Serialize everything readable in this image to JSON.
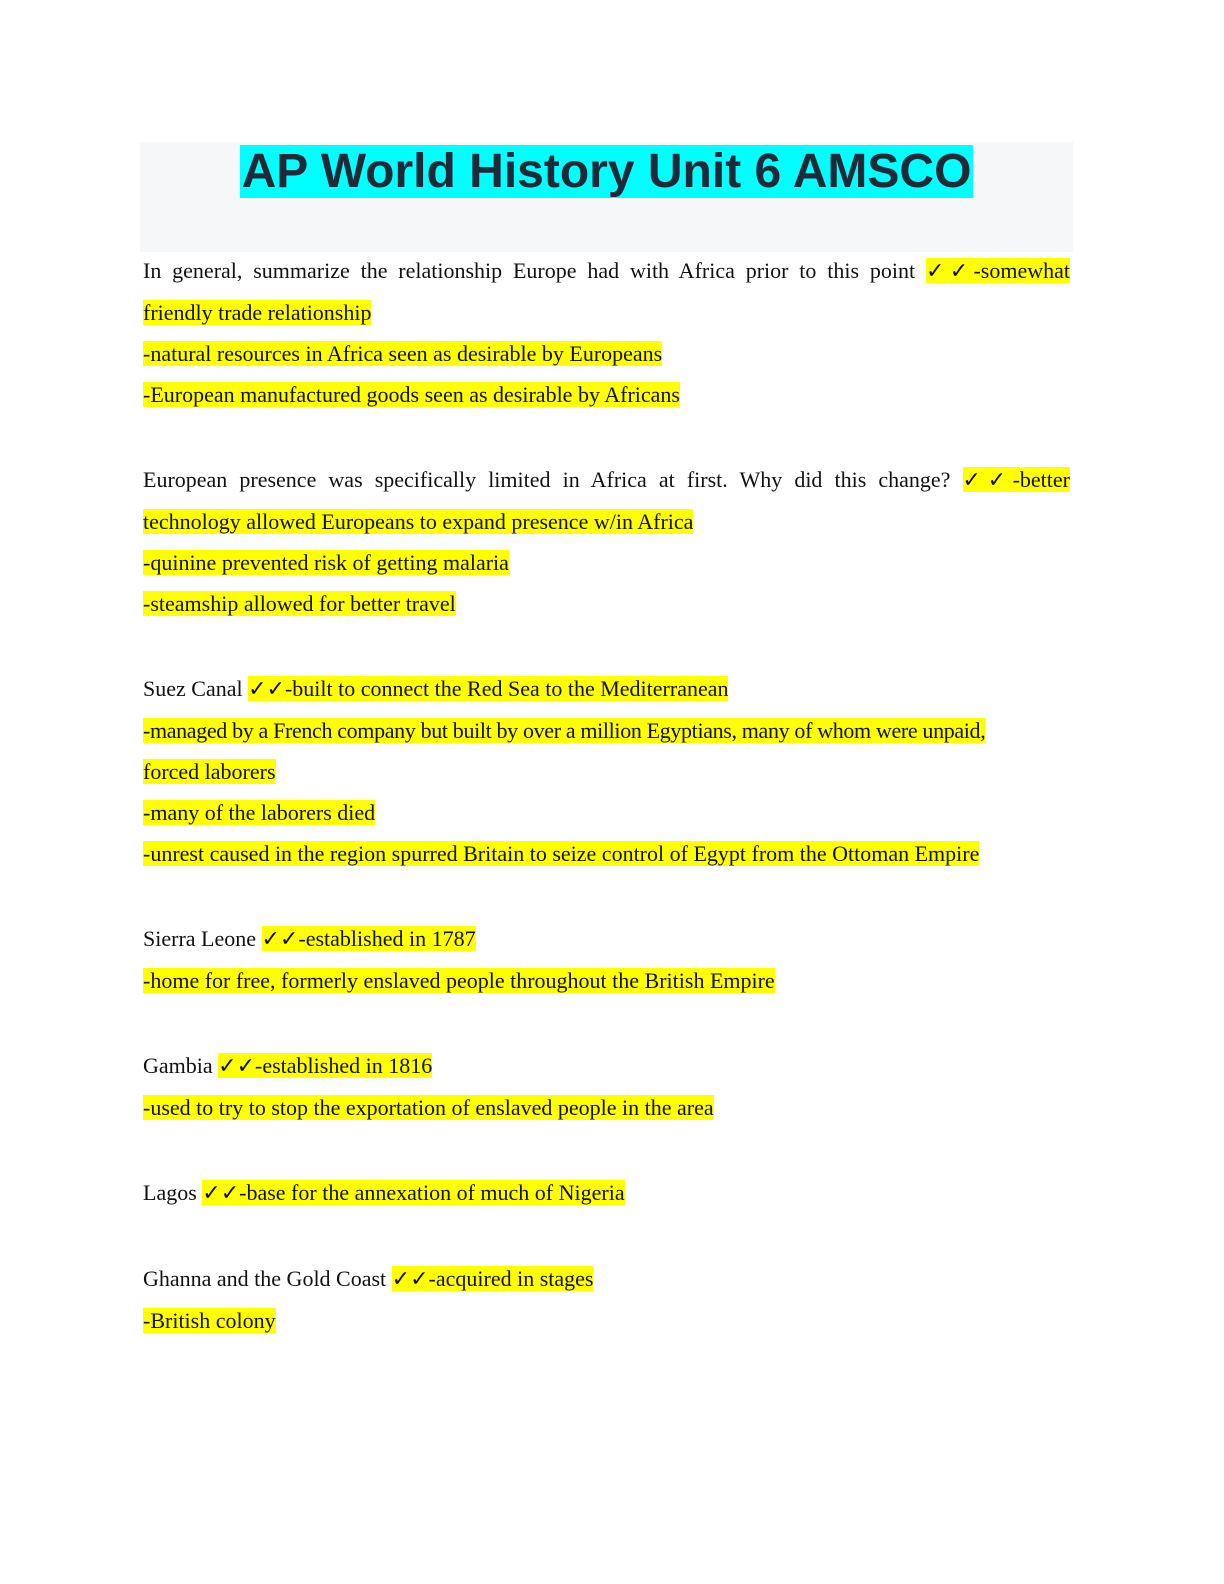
{
  "title": "AP World History Unit 6 AMSCO",
  "check_icon": "double-checkmark-icon",
  "check_glyph": "✓✓",
  "colors": {
    "highlight": "#ffff00",
    "title_highlight": "#00ffff",
    "title_band": "#f6f7f9"
  },
  "items": [
    {
      "question": "In general, summarize the relationship Europe had with Africa prior to this point",
      "answer_first": "-somewhat",
      "answer_wrap": "friendly trade relationship",
      "lines": [
        "-natural resources in Africa seen as desirable by Europeans",
        "-European manufactured goods seen as desirable by Africans"
      ]
    },
    {
      "question": "European presence was specifically limited in Africa at first. Why did this change?",
      "answer_first": "-better",
      "answer_wrap": "technology allowed Europeans to expand presence w/in Africa",
      "lines": [
        "-quinine prevented risk of getting malaria",
        "-steamship allowed for better travel"
      ]
    },
    {
      "question": "Suez Canal",
      "answer_first": "-built to connect the Red Sea to the Mediterranean",
      "lines": [
        "-managed by a French company but built by over a million Egyptians, many of whom were unpaid,",
        "forced laborers",
        "-many of the laborers died",
        "-unrest caused in the region spurred Britain to seize control of Egypt from the Ottoman Empire"
      ]
    },
    {
      "question": "Sierra Leone",
      "answer_first": "-established in 1787",
      "lines": [
        "-home for free, formerly enslaved people throughout the British Empire"
      ]
    },
    {
      "question": "Gambia",
      "answer_first": "-established in 1816",
      "lines": [
        "-used to try to stop the exportation of enslaved people in the area"
      ]
    },
    {
      "question": "Lagos",
      "answer_first": "-base for the annexation of much of Nigeria",
      "lines": []
    },
    {
      "question": "Ghanna and the Gold Coast",
      "answer_first": "-acquired in stages",
      "lines": [
        "-British colony"
      ]
    }
  ]
}
